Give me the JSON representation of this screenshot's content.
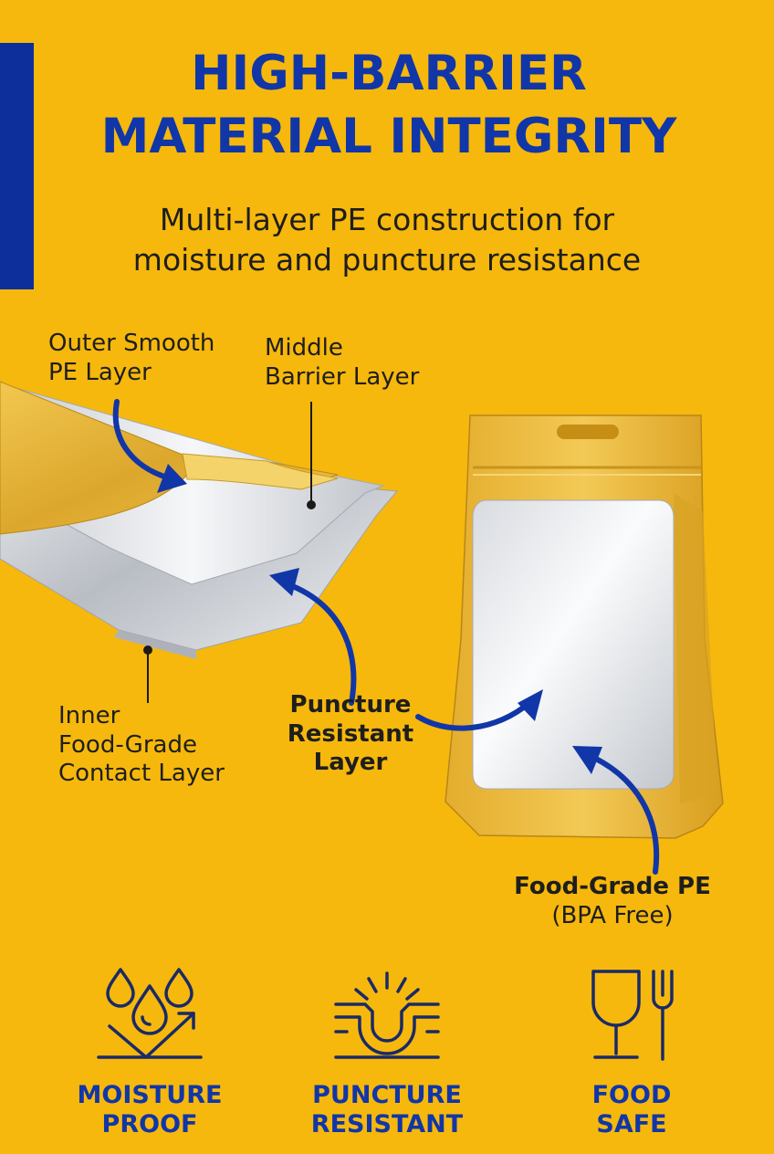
{
  "headline": {
    "line1": "HIGH-BARRIER",
    "line2": "MATERIAL INTEGRITY"
  },
  "subheadline": {
    "line1": "Multi-layer PE construction for",
    "line2": "moisture and puncture resistance"
  },
  "diagram_labels": {
    "outer": {
      "line1": "Outer Smooth",
      "line2": "PE Layer"
    },
    "middle": {
      "line1": "Middle",
      "line2": "Barrier Layer"
    },
    "inner": {
      "line1": "Inner",
      "line2": "Food-Grade",
      "line3": "Contact Layer"
    },
    "puncture": {
      "line1": "Puncture",
      "line2": "Resistant",
      "line3": "Layer"
    },
    "food_grade": {
      "line1": "Food-Grade PE",
      "line2": "(BPA Free)"
    }
  },
  "features": [
    {
      "icon": "water-drops-shield-icon",
      "line1": "MOISTURE",
      "line2": "PROOF"
    },
    {
      "icon": "puncture-impact-icon",
      "line1": "PUNCTURE",
      "line2": "RESISTANT"
    },
    {
      "icon": "glass-fork-icon",
      "line1": "FOOD",
      "line2": "SAFE"
    }
  ],
  "colors": {
    "background": "#f6b80c",
    "brand_blue": "#1136a8",
    "accent_bar": "#0d2f9c",
    "gold_film": "#e8b635",
    "silver_film": "#d9dce0"
  }
}
